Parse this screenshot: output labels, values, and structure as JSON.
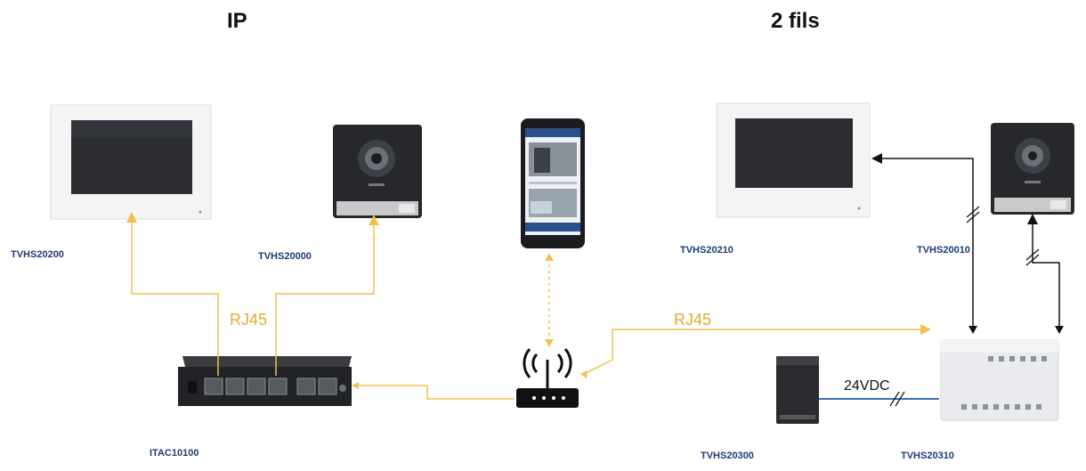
{
  "headings": {
    "left": "IP",
    "right": "2 fils"
  },
  "devices": {
    "ip_monitor": "TVHS20200",
    "ip_door_station": "TVHS20000",
    "switch": "ITAC10100",
    "two_wire_monitor": "TVHS20210",
    "two_wire_door_station": "TVHS20010",
    "power_supply": "TVHS20300",
    "distributor": "TVHS20310"
  },
  "wire_labels": {
    "rj45_left": "RJ45",
    "rj45_right": "RJ45",
    "power": "24VDC"
  },
  "colors": {
    "ethernet": "#f2c14e",
    "bus": "#111111",
    "power": "#3b6fb6",
    "model_text": "#1f3b73"
  },
  "icons": {
    "phone": "smartphone-icon",
    "router": "wifi-router-icon"
  }
}
